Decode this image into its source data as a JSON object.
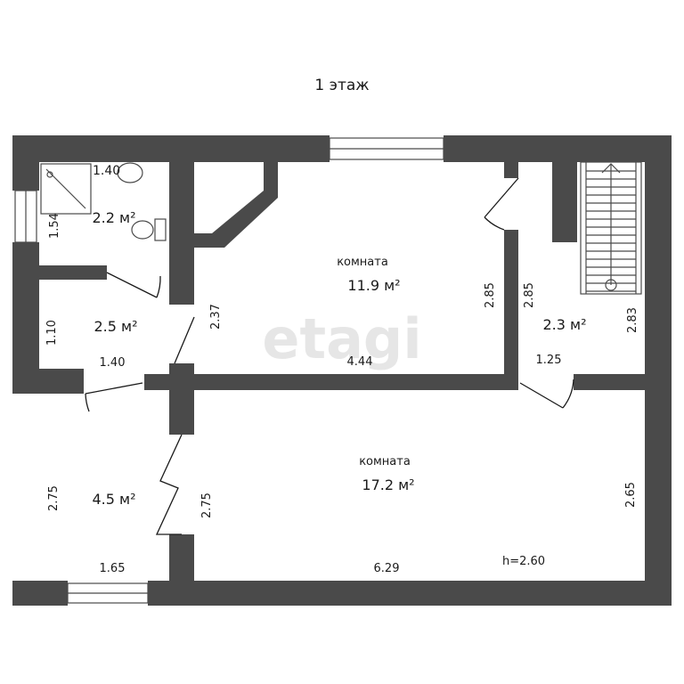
{
  "floor_title": "1 этаж",
  "watermark": "etagi",
  "colors": {
    "wall": "#4a4a4a",
    "background": "#ffffff",
    "text": "#1a1a1a"
  },
  "rooms": {
    "bathroom": {
      "area": "2.2 м²",
      "dim_top": "1.40",
      "dim_side": "1.54"
    },
    "corridor_small": {
      "area": "2.5 м²",
      "dim_side": "1.10",
      "dim_bottom": "1.40"
    },
    "room_top": {
      "name": "комната",
      "area": "11.9 м²",
      "dim_left": "2.37",
      "dim_right": "2.85",
      "dim_bottom": "4.44"
    },
    "stair_hall": {
      "area": "2.3 м²",
      "dim_left": "2.85",
      "dim_right": "2.83",
      "dim_bottom": "1.25"
    },
    "hall": {
      "area": "4.5 м²",
      "dim_left": "2.75",
      "dim_right": "2.75",
      "dim_bottom": "1.65"
    },
    "room_bottom": {
      "name": "комната",
      "area": "17.2 м²",
      "dim_right": "2.65",
      "dim_bottom": "6.29",
      "ceiling": "h=2.60"
    }
  }
}
